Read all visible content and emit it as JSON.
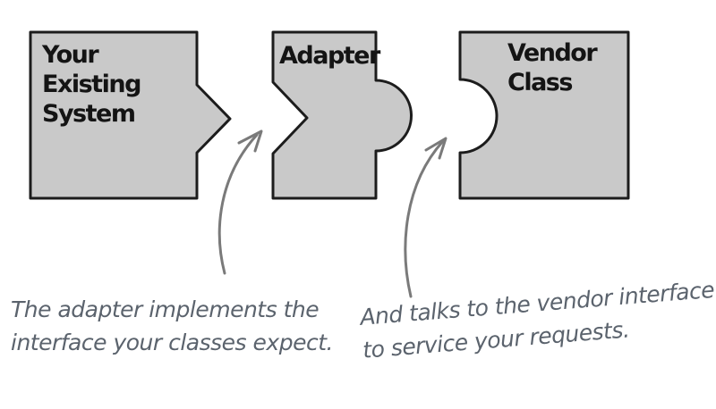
{
  "diagram": {
    "pieces": [
      {
        "id": "existing-system",
        "label": "Your\nExisting\nSystem"
      },
      {
        "id": "adapter",
        "label": "Adapter"
      },
      {
        "id": "vendor-class",
        "label": "Vendor\nClass"
      }
    ],
    "annotations": [
      {
        "id": "adapter-note",
        "text": "The adapter implements the\ninterface your classes expect."
      },
      {
        "id": "vendor-note",
        "text": "And talks to the vendor interface\nto service your requests."
      }
    ],
    "colors": {
      "background": "#ffffff",
      "piece_fill": "#c9c9c9",
      "piece_stroke": "#1c1c1c",
      "arrow": "#7a7a7a",
      "annotation_text": "#5b636d",
      "label_text": "#141414"
    }
  }
}
